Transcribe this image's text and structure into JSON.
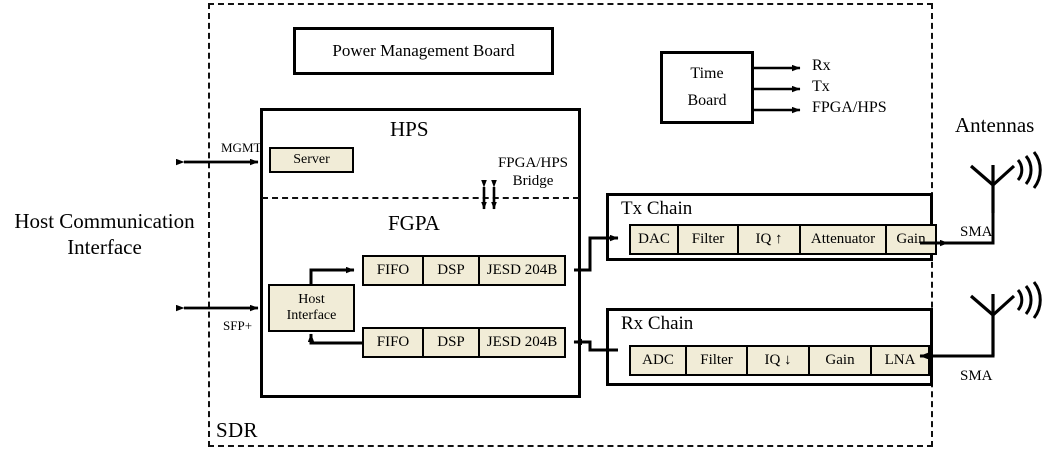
{
  "diagram": {
    "enclosure_label": "SDR",
    "left_interface": {
      "title_line1": "Host Communication",
      "title_line2": "Interface",
      "links": [
        {
          "name": "mgmt",
          "label": "MGMT"
        },
        {
          "name": "sfp",
          "label": "SFP+"
        }
      ]
    },
    "power_board": {
      "label": "Power Management Board"
    },
    "time_board": {
      "line1": "Time",
      "line2": "Board",
      "outputs": [
        "Rx",
        "Tx",
        "FPGA/HPS"
      ]
    },
    "main_chassis": {
      "hps_title": "HPS",
      "fpga_title": "FGPA",
      "bridge_line1": "FPGA/HPS",
      "bridge_line2": "Bridge",
      "server": {
        "label": "Server"
      },
      "host_interface": {
        "line1": "Host",
        "line2": "Interface"
      },
      "tx_path_blocks": [
        "FIFO",
        "DSP",
        "JESD 204B"
      ],
      "rx_path_blocks": [
        "FIFO",
        "DSP",
        "JESD 204B"
      ]
    },
    "tx_chain": {
      "title": "Tx Chain",
      "blocks": [
        "DAC",
        "Filter",
        "IQ ↑",
        "Attenuator",
        "Gain"
      ]
    },
    "rx_chain": {
      "title": "Rx Chain",
      "blocks": [
        "ADC",
        "Filter",
        "IQ ↓",
        "Gain",
        "LNA"
      ]
    },
    "antennas": {
      "title": "Antennas",
      "connector_top": "SMA",
      "connector_bottom": "SMA"
    },
    "colors": {
      "block_fill": "#f1ecd7",
      "stroke": "#000000",
      "background": "#ffffff"
    }
  }
}
